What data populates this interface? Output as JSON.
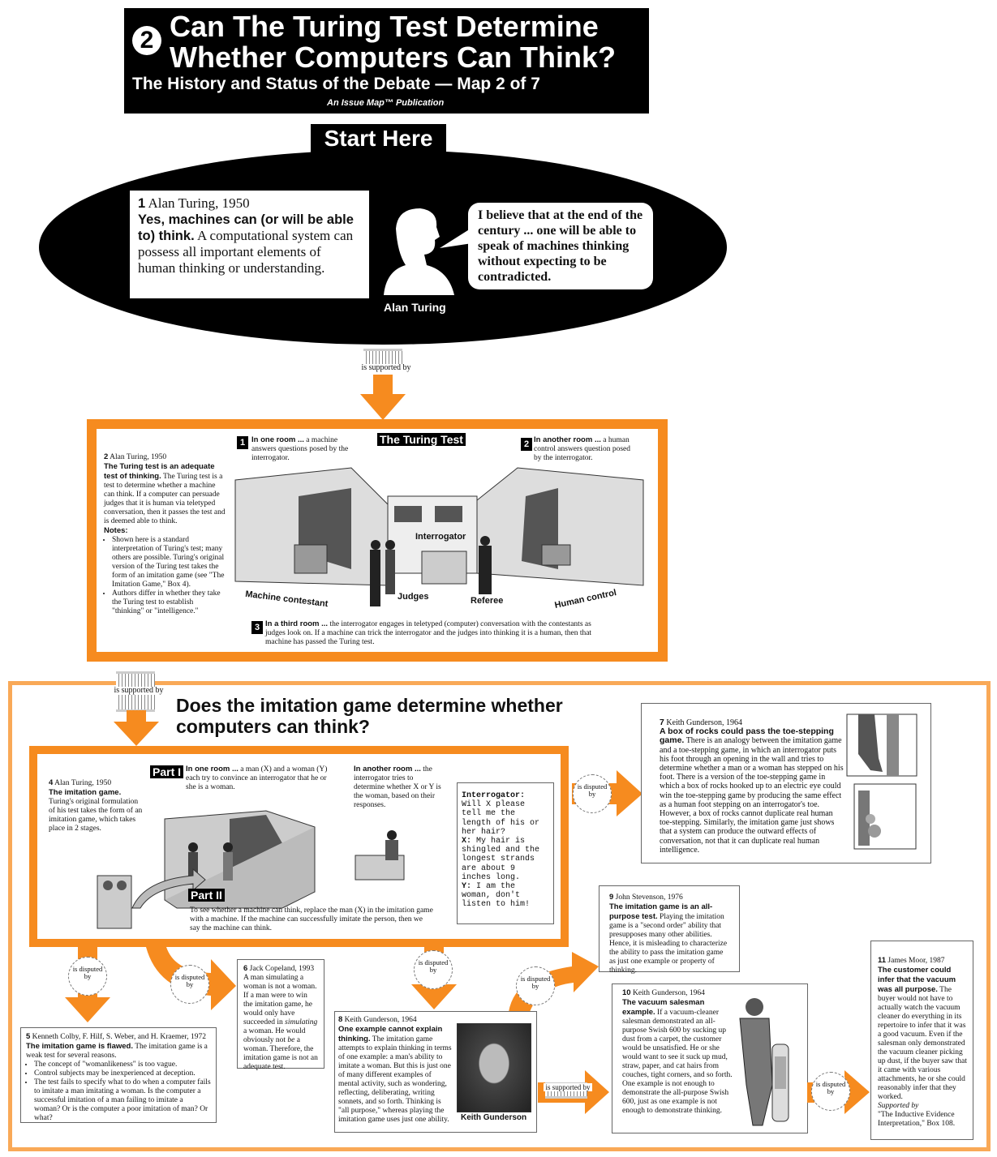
{
  "header": {
    "map_number": "2",
    "title": "Can The Turing Test Determine\nWhether Computers Can Think?",
    "subtitle": "The History and Status of the Debate — Map 2 of 7",
    "publication": "An Issue Map™ Publication"
  },
  "start_label": "Start Here",
  "box1": {
    "number": "1",
    "author": "Alan Turing, 1950",
    "claim": "Yes, machines can (or will be able to) think.",
    "text": "A computational system can possess all important elements of human thinking or understanding.",
    "portrait_label": "Alan Turing",
    "quote": "I believe that at the end of the century ... one will be able to speak of machines thinking without expecting to be contradicted."
  },
  "connectors": {
    "supported": "is supported by",
    "disputed": "is disputed by"
  },
  "box2": {
    "number": "2",
    "author": "Alan Turing, 1950",
    "claim": "The Turing test is an adequate test of thinking.",
    "text": "The Turing test is a test to determine whether a machine can think. If a computer can persuade judges that it is human via teletyped conversation, then it passes the test and is deemed able to think.",
    "notes_label": "Notes:",
    "notes": [
      "Shown here is a standard interpretation of Turing's test; many others are possible. Turing's original version of the Turing test takes the form of an imitation game (see \"The Imitation Game,\" Box 4).",
      "Authors differ in whether they take the Turing test to establish \"thinking\" or \"intelligence.\""
    ],
    "diagram_title": "The Turing Test",
    "step1": {
      "n": "1",
      "lead": "In one room ...",
      "text": "a machine answers questions posed by the interrogator."
    },
    "step2": {
      "n": "2",
      "lead": "In another room ...",
      "text": "a human control answers question posed by the interrogator."
    },
    "step3": {
      "n": "3",
      "lead": "In a third room ...",
      "text": "the interrogator engages in teletyped (computer) conversation with the contestants as judges look on. If a machine can trick the interrogator and the judges into thinking it is a human, then that machine has passed the Turing test."
    },
    "labels": {
      "machine": "Machine contestant",
      "interrogator": "Interrogator",
      "judges": "Judges",
      "referee": "Referee",
      "human": "Human control"
    }
  },
  "question": "Does the imitation game determine whether\ncomputers can think?",
  "box4": {
    "number": "4",
    "author": "Alan Turing, 1950",
    "claim": "The imitation game.",
    "text": "Turing's original formulation of his test takes the form of an imitation game, which takes place in 2 stages.",
    "part1_label": "Part I",
    "part1_lead": "In one room ...",
    "part1_text": "a man (X) and a woman (Y) each try to convince an interrogator that he or she is a woman.",
    "another_lead": "In another room ...",
    "another_text": "the interrogator tries to determine whether X or Y is the woman, based on their responses.",
    "part2_label": "Part II",
    "part2_text": "To see whether a machine can think, replace the man (X) in the imitation game with a machine. If the machine can successfully imitate the person, then we say the machine can think.",
    "teletype": [
      {
        "speaker": "Interrogator:",
        "text": "Will X please tell me the length of his or her hair?"
      },
      {
        "speaker": "X:",
        "text": "My hair is shingled and the longest strands are about 9 inches long."
      },
      {
        "speaker": "Y:",
        "text": "I am the woman, don't listen to him!"
      }
    ]
  },
  "box5": {
    "number": "5",
    "author": "Kenneth Colby, F. Hilf, S. Weber, and H. Kraemer, 1972",
    "claim": "The imitation game is flawed.",
    "text": "The imitation game is a weak test for several reasons.",
    "bullets": [
      "The concept of \"womanlikeness\" is too vague.",
      "Control subjects may be inexperienced at deception.",
      "The test fails to specify what to do when a computer fails to imitate a man imitating a woman. Is the computer a successful imitation of a man failing to imitate a woman? Or is the computer a poor imitation of man? Or what?"
    ]
  },
  "box6": {
    "number": "6",
    "author": "Jack Copeland, 1993",
    "text_a": "A man simulating a woman is not a woman. If a man were to win the imitation game, he would only have succeeded in ",
    "text_em": "simulating",
    "text_b": " a woman. He would obviously not ",
    "text_em2": "be",
    "text_c": " a woman. Therefore, the imitation game is not an adequate test."
  },
  "box7": {
    "number": "7",
    "author": "Keith Gunderson, 1964",
    "claim": "A box of rocks could pass the toe-stepping game.",
    "text": "There is an analogy between the imitation game and a toe-stepping game, in which an interrogator puts his foot through an opening in the wall and tries to determine whether a man or a woman has stepped on his foot. There is a version of the toe-stepping game in which a box of rocks hooked up to an electric eye could win the toe-stepping game by producing the same effect as a human foot stepping on an interrogator's toe. However, a box of rocks cannot duplicate real human toe-stepping. Similarly, the imitation game just shows that a system can produce the outward effects of conversation, not that it can duplicate real human intelligence."
  },
  "box8": {
    "number": "8",
    "author": "Keith Gunderson, 1964",
    "claim": "One example cannot explain thinking.",
    "text": "The imitation game attempts to explain thinking in terms of one example: a man's ability to imitate a woman. But this is just one of many different examples of mental activity, such as wondering, reflecting, deliberating, writing sonnets, and so forth. Thinking is \"all purpose,\" whereas playing the imitation game uses just one ability.",
    "photo_label": "Keith Gunderson"
  },
  "box9": {
    "number": "9",
    "author": "John Stevenson, 1976",
    "claim": "The imitation game is an all-purpose test.",
    "text": "Playing the imitation game is a \"second order\" ability that presupposes many other abilities. Hence, it is misleading to characterize the ability to pass the imitation game as just one example or property of thinking."
  },
  "box10": {
    "number": "10",
    "author": "Keith Gunderson, 1964",
    "claim": "The vacuum salesman example.",
    "text": "If a vacuum-cleaner salesman demonstrated an all-purpose Swish 600 by sucking up dust from a carpet, the customer would be unsatisfied. He or she would want to see it suck up mud, straw, paper, and cat hairs from couches, tight corners, and so forth. One example is not enough to demonstrate the all-purpose Swish 600, just as one example is not enough to demonstrate thinking."
  },
  "box11": {
    "number": "11",
    "author": "James Moor, 1987",
    "claim": "The customer could infer that the vacuum was all purpose.",
    "text": "The buyer would not have to actually watch the vacuum cleaner do everything in its repertoire to infer that it was a good vacuum. Even if the salesman only demonstrated the vacuum cleaner picking up dust, if the buyer saw that it came with various attachments, he or she could reasonably infer that they worked.",
    "supported_label": "Supported by",
    "supported_ref": "\"The Inductive Evidence Interpretation,\" Box 108."
  },
  "colors": {
    "orange": "#f68b1f",
    "light_orange": "#f9a957",
    "black": "#000000"
  }
}
